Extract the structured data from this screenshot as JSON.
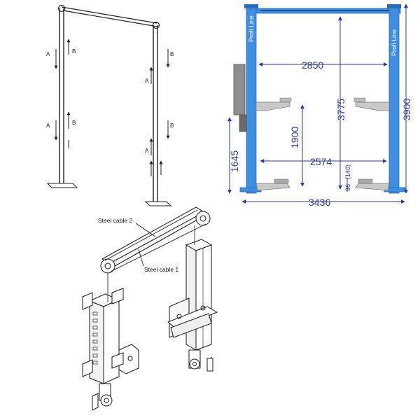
{
  "frame_diagram": {
    "labels": [
      "A",
      "B",
      "A",
      "B",
      "A",
      "B",
      "A",
      "B"
    ]
  },
  "lift_diagram": {
    "brand_left": "Profi Line",
    "brand_right": "Profi Line",
    "dimensions": {
      "inner_width": "2850",
      "clear_height": "3775",
      "total_height": "3900",
      "arm_height": "1900",
      "inner_base_width": "2574",
      "min_height": "1645",
      "overall_width": "3436",
      "pad_height": "96",
      "pad_height_alt": "(140)"
    }
  },
  "cable_diagram": {
    "cable_2": "Steel cable 2",
    "cable_1": "Steel cable 1"
  }
}
